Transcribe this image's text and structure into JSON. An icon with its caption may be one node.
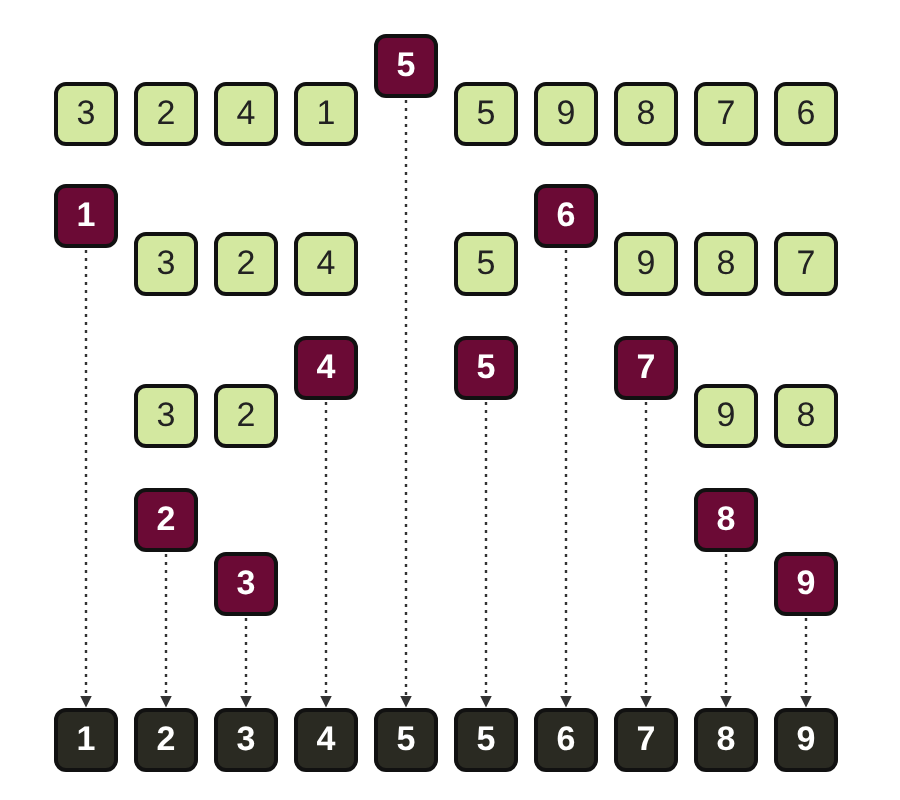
{
  "diagram": {
    "nodes": [
      {
        "text": [
          "5"
        ]
      },
      {
        "text": [
          "3"
        ]
      },
      {
        "text": [
          "2"
        ]
      },
      {
        "text": [
          "4"
        ]
      },
      {
        "text": [
          "1"
        ]
      },
      {
        "text": [
          "5"
        ]
      },
      {
        "text": [
          "9"
        ]
      },
      {
        "text": [
          "8"
        ]
      },
      {
        "text": [
          "7"
        ]
      },
      {
        "text": [
          "6"
        ]
      },
      {
        "text": [
          "1"
        ]
      },
      {
        "text": [
          "6"
        ]
      },
      {
        "text": [
          "3"
        ]
      },
      {
        "text": [
          "2"
        ]
      },
      {
        "text": [
          "4"
        ]
      },
      {
        "text": [
          "5"
        ]
      },
      {
        "text": [
          "9"
        ]
      },
      {
        "text": [
          "8"
        ]
      },
      {
        "text": [
          "7"
        ]
      },
      {
        "text": [
          "4"
        ]
      },
      {
        "text": [
          "5"
        ]
      },
      {
        "text": [
          "7"
        ]
      },
      {
        "text": [
          "3"
        ]
      },
      {
        "text": [
          "2"
        ]
      },
      {
        "text": [
          "9"
        ]
      },
      {
        "text": [
          "8"
        ]
      },
      {
        "text": [
          "2"
        ]
      },
      {
        "text": [
          "8"
        ]
      },
      {
        "text": [
          "3"
        ]
      },
      {
        "text": [
          "9"
        ]
      },
      {
        "text": [
          "1"
        ]
      },
      {
        "text": [
          "2"
        ]
      },
      {
        "text": [
          "3"
        ]
      },
      {
        "text": [
          "4"
        ]
      },
      {
        "text": [
          "5"
        ]
      },
      {
        "text": [
          "5"
        ]
      },
      {
        "text": [
          "6"
        ]
      },
      {
        "text": [
          "7"
        ]
      },
      {
        "text": [
          "8"
        ]
      },
      {
        "text": [
          "9"
        ]
      }
    ],
    "edges": [
      {
        "from": 10,
        "to": 30,
        "arrow": "to",
        "style": "dashed"
      },
      {
        "from": 26,
        "to": 31,
        "arrow": "to",
        "style": "dashed"
      },
      {
        "from": 28,
        "to": 32,
        "arrow": "to",
        "style": "dashed"
      },
      {
        "from": 19,
        "to": 33,
        "arrow": "to",
        "style": "dashed"
      },
      {
        "from": 0,
        "to": 34,
        "arrow": "to",
        "style": "dashed"
      },
      {
        "from": 20,
        "to": 35,
        "arrow": "to",
        "style": "dashed"
      },
      {
        "from": 11,
        "to": 36,
        "arrow": "to",
        "style": "dashed"
      },
      {
        "from": 21,
        "to": 37,
        "arrow": "to",
        "style": "dashed"
      },
      {
        "from": 27,
        "to": 38,
        "arrow": "to",
        "style": "dashed"
      },
      {
        "from": 29,
        "to": 39,
        "arrow": "to",
        "style": "dashed"
      }
    ]
  }
}
